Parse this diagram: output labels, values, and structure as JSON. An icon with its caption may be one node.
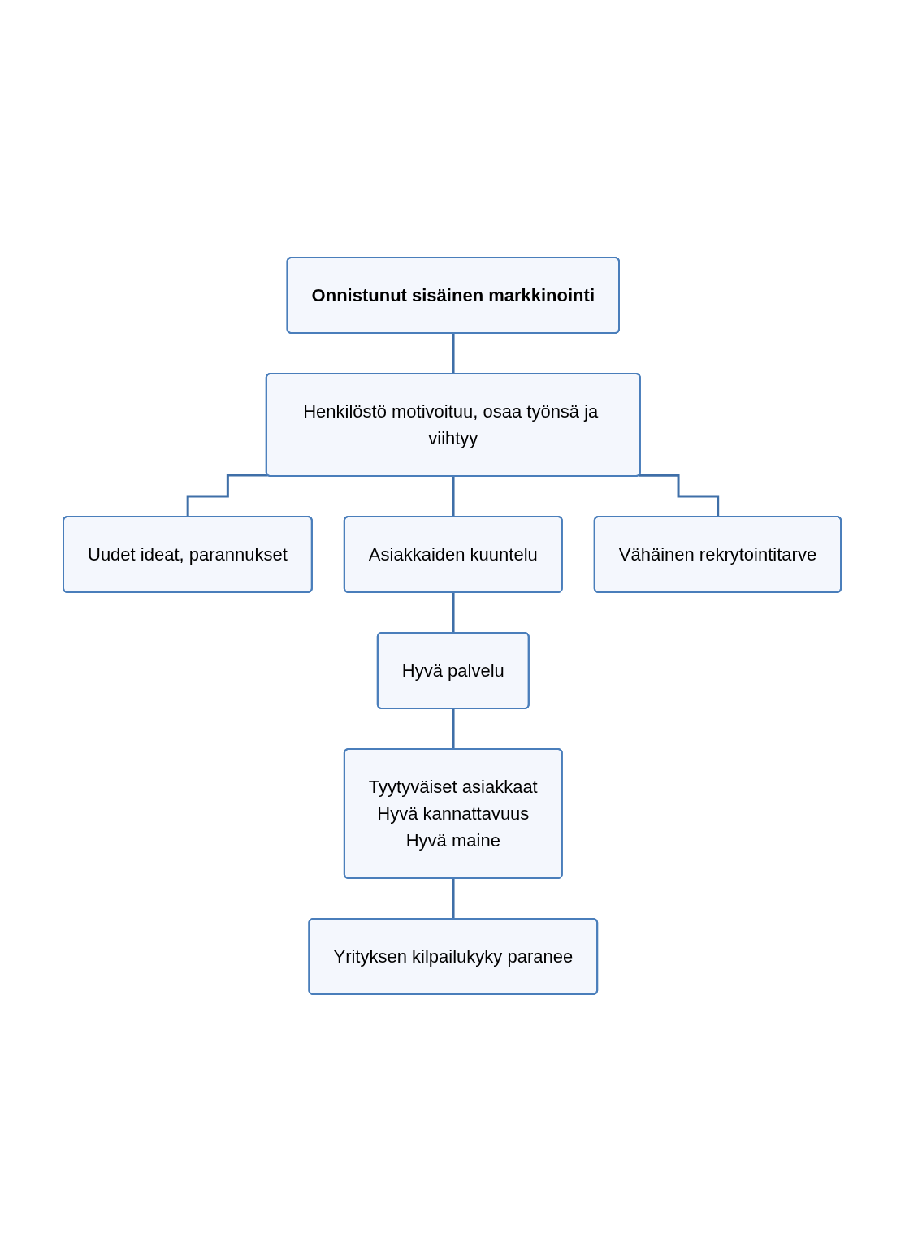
{
  "diagram": {
    "nodes": [
      {
        "text": [
          "Onnistunut sisäinen markkinointi"
        ]
      },
      {
        "text": [
          "Henkilöstö motivoituu, osaa työnsä ja viihtyy"
        ]
      },
      {
        "text": [
          "Uudet ideat, parannukset"
        ]
      },
      {
        "text": [
          "Asiakkaiden kuuntelu"
        ]
      },
      {
        "text": [
          "Vähäinen rekrytointitarve"
        ]
      },
      {
        "text": [
          "Hyvä palvelu"
        ]
      },
      {
        "text": [
          "Tyytyväiset asiakkaat",
          "Hyvä kannattavuus",
          "Hyvä maine"
        ]
      },
      {
        "text": [
          "Yrityksen kilpailukyky paranee"
        ]
      }
    ],
    "edges": [
      {
        "from": 0,
        "to": 1,
        "arrow": "none"
      },
      {
        "from": 1,
        "to": 2,
        "arrow": "none"
      },
      {
        "from": 1,
        "to": 3,
        "arrow": "none"
      },
      {
        "from": 1,
        "to": 4,
        "arrow": "none"
      },
      {
        "from": 3,
        "to": 5,
        "arrow": "none"
      },
      {
        "from": 5,
        "to": 6,
        "arrow": "none"
      },
      {
        "from": 6,
        "to": 7,
        "arrow": "none"
      }
    ]
  }
}
